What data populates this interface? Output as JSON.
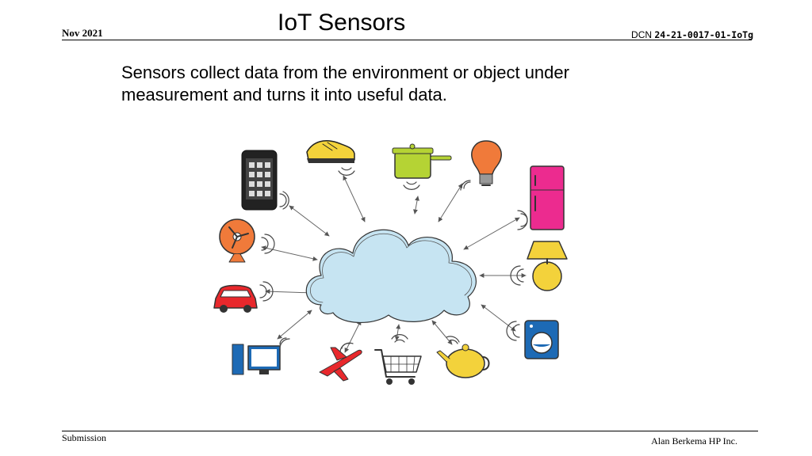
{
  "header": {
    "date": "Nov 2021",
    "title": "IoT Sensors",
    "dcn_prefix": "DCN",
    "dcn_number": "24-21-0017-01-IoTg"
  },
  "body": {
    "text_line1": "Sensors collect data from the environment or object under",
    "text_line2": "measurement and turns it into useful data."
  },
  "figure": {
    "icons": [
      "smartphone-icon",
      "sneaker-icon",
      "cooking-pot-icon",
      "light-bulb-icon",
      "refrigerator-icon",
      "fan-icon",
      "table-lamp-icon",
      "car-icon",
      "washing-machine-icon",
      "desktop-computer-icon",
      "airplane-icon",
      "shopping-cart-icon",
      "teapot-icon",
      "cloud-icon"
    ],
    "colors": {
      "cloud": "#c6e4f2",
      "orange": "#f07a3a",
      "yellow": "#f3d23b",
      "green": "#b5d334",
      "magenta": "#ec2b8f",
      "red": "#e8282c",
      "blue": "#1d6ab5"
    }
  },
  "footer": {
    "left": "Submission",
    "right": "Alan Berkema HP Inc."
  }
}
